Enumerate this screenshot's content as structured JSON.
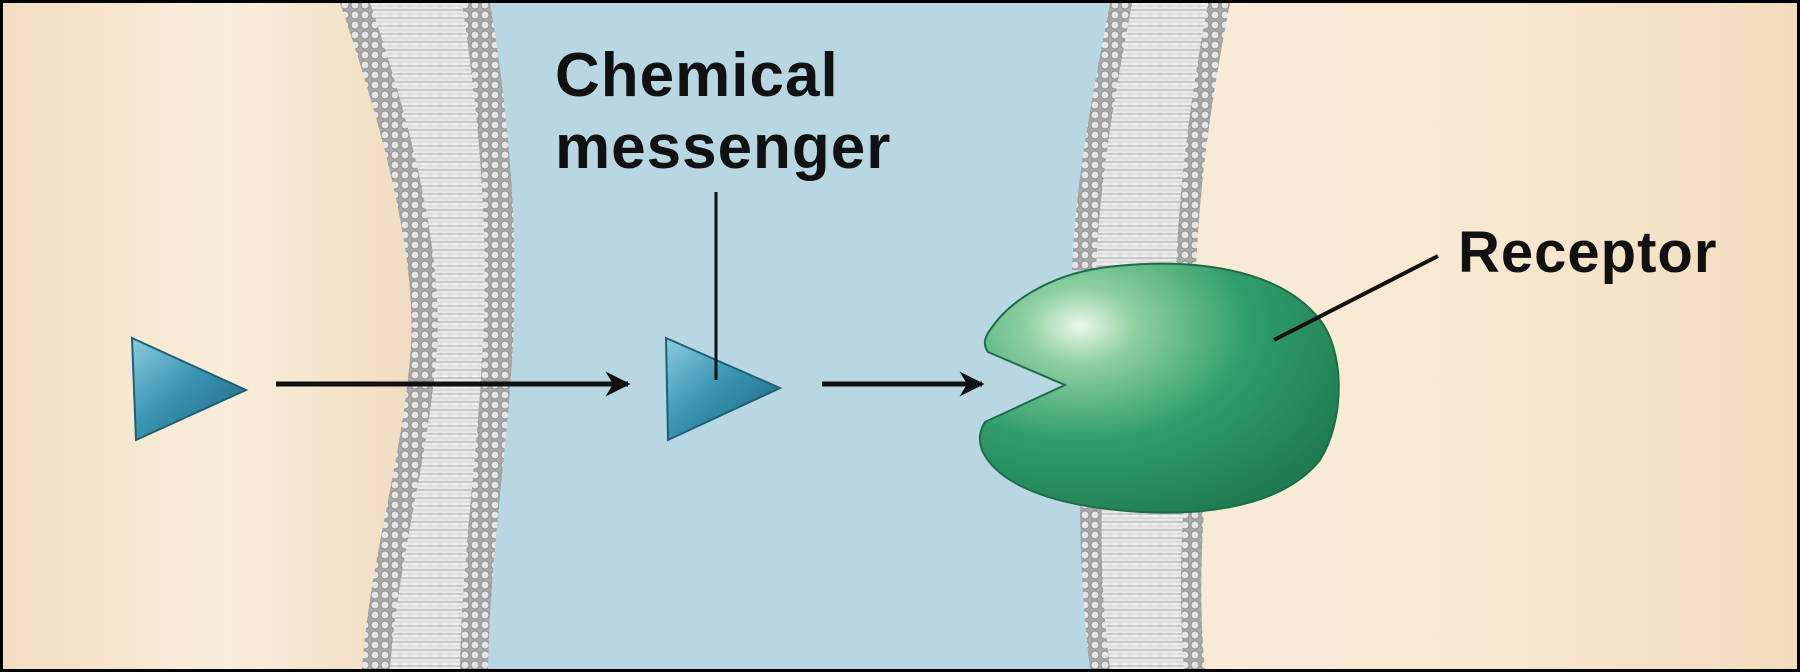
{
  "labels": {
    "messenger_line1": "Chemical",
    "messenger_line2": "messenger",
    "receptor": "Receptor"
  },
  "colors": {
    "cell_interior": "#f6e8cf",
    "synaptic_cleft": "#b9d6e3",
    "membrane": "#bdbdbd",
    "messenger": "#2f8aa8",
    "receptor": "#2f9b6a",
    "arrow": "#111111",
    "frame": "#000000"
  },
  "icons": {
    "messenger": "triangle-molecule",
    "receptor": "pac-man-receptor",
    "arrow": "right-arrow"
  }
}
